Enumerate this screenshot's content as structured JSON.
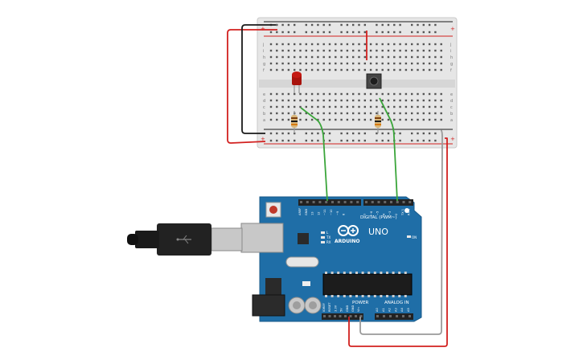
{
  "arduino": {
    "brand": "ARDUINO",
    "model": "UNO",
    "digital_label": "DIGITAL (PWM~)",
    "power_label": "POWER",
    "analog_label": "ANALOG IN",
    "on_label": "ON",
    "tx_label": "TX",
    "rx_label": "RX",
    "l_label": "L",
    "digital_pins": [
      "AREF",
      "GND",
      "13",
      "12",
      "~11",
      "~10",
      "~9",
      "8",
      "7",
      "~6",
      "~5",
      "4",
      "~3",
      "2",
      "TX 1",
      "RX 0"
    ],
    "power_pins": [
      "IOREF",
      "RESET",
      "3.3V",
      "5V",
      "GND",
      "GND",
      "Vin"
    ],
    "analog_pins": [
      "A0",
      "A1",
      "A2",
      "A3",
      "A4",
      "A5"
    ]
  },
  "breadboard": {
    "row_letters_top": [
      "j",
      "i",
      "h",
      "g",
      "f"
    ],
    "row_letters_bottom": [
      "e",
      "d",
      "c",
      "b",
      "a"
    ],
    "plus": "+",
    "minus": "-"
  },
  "colors": {
    "board": "#1f6ea7",
    "board_dark": "#1a5f91",
    "breadboard": "#e8e8e8",
    "wire_green": "#3aa53a",
    "wire_red": "#d2201f",
    "wire_black": "#1a1a1a",
    "wire_gray": "#9a9a9a",
    "led": "#b3140f"
  }
}
